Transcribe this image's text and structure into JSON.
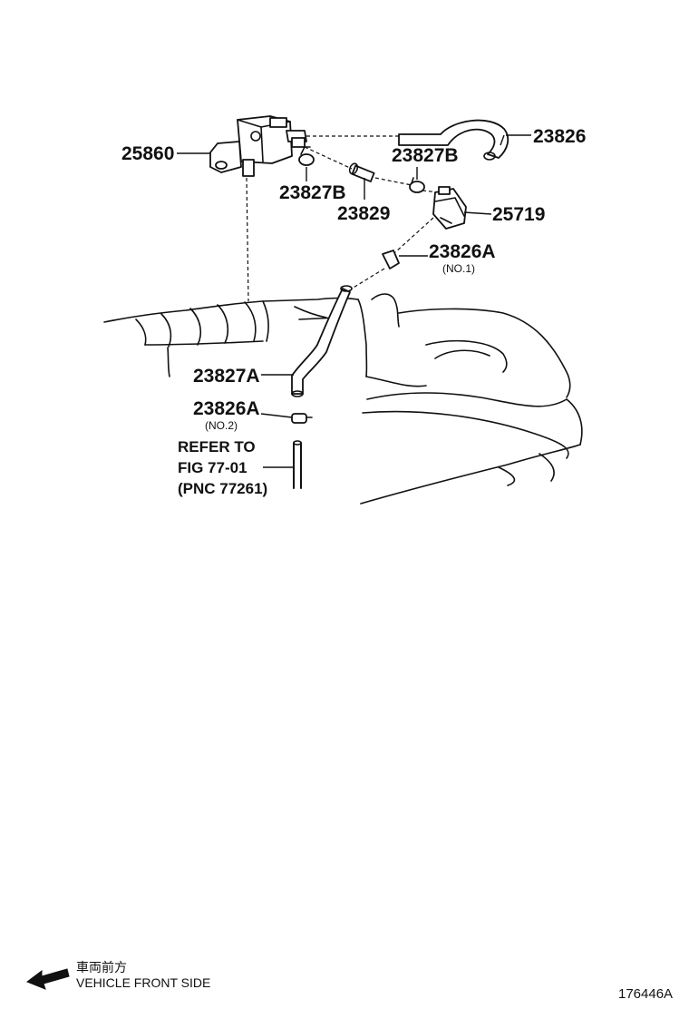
{
  "parts": {
    "p25860": "25860",
    "p23826": "23826",
    "p23827b_top": "23827B",
    "p23827b_left": "23827B",
    "p23829": "23829",
    "p25719": "25719",
    "p23826a_no1": "23826A",
    "no1_note": "(NO.1)",
    "p23827a": "23827A",
    "p23826a_no2": "23826A",
    "no2_note": "(NO.2)"
  },
  "reference": {
    "line1": "REFER TO",
    "line2": "FIG 77-01",
    "line3": "(PNC 77261)"
  },
  "footer": {
    "direction_jp": "車両前方",
    "direction_en": "VEHICLE FRONT SIDE",
    "figure_id": "176446A"
  }
}
